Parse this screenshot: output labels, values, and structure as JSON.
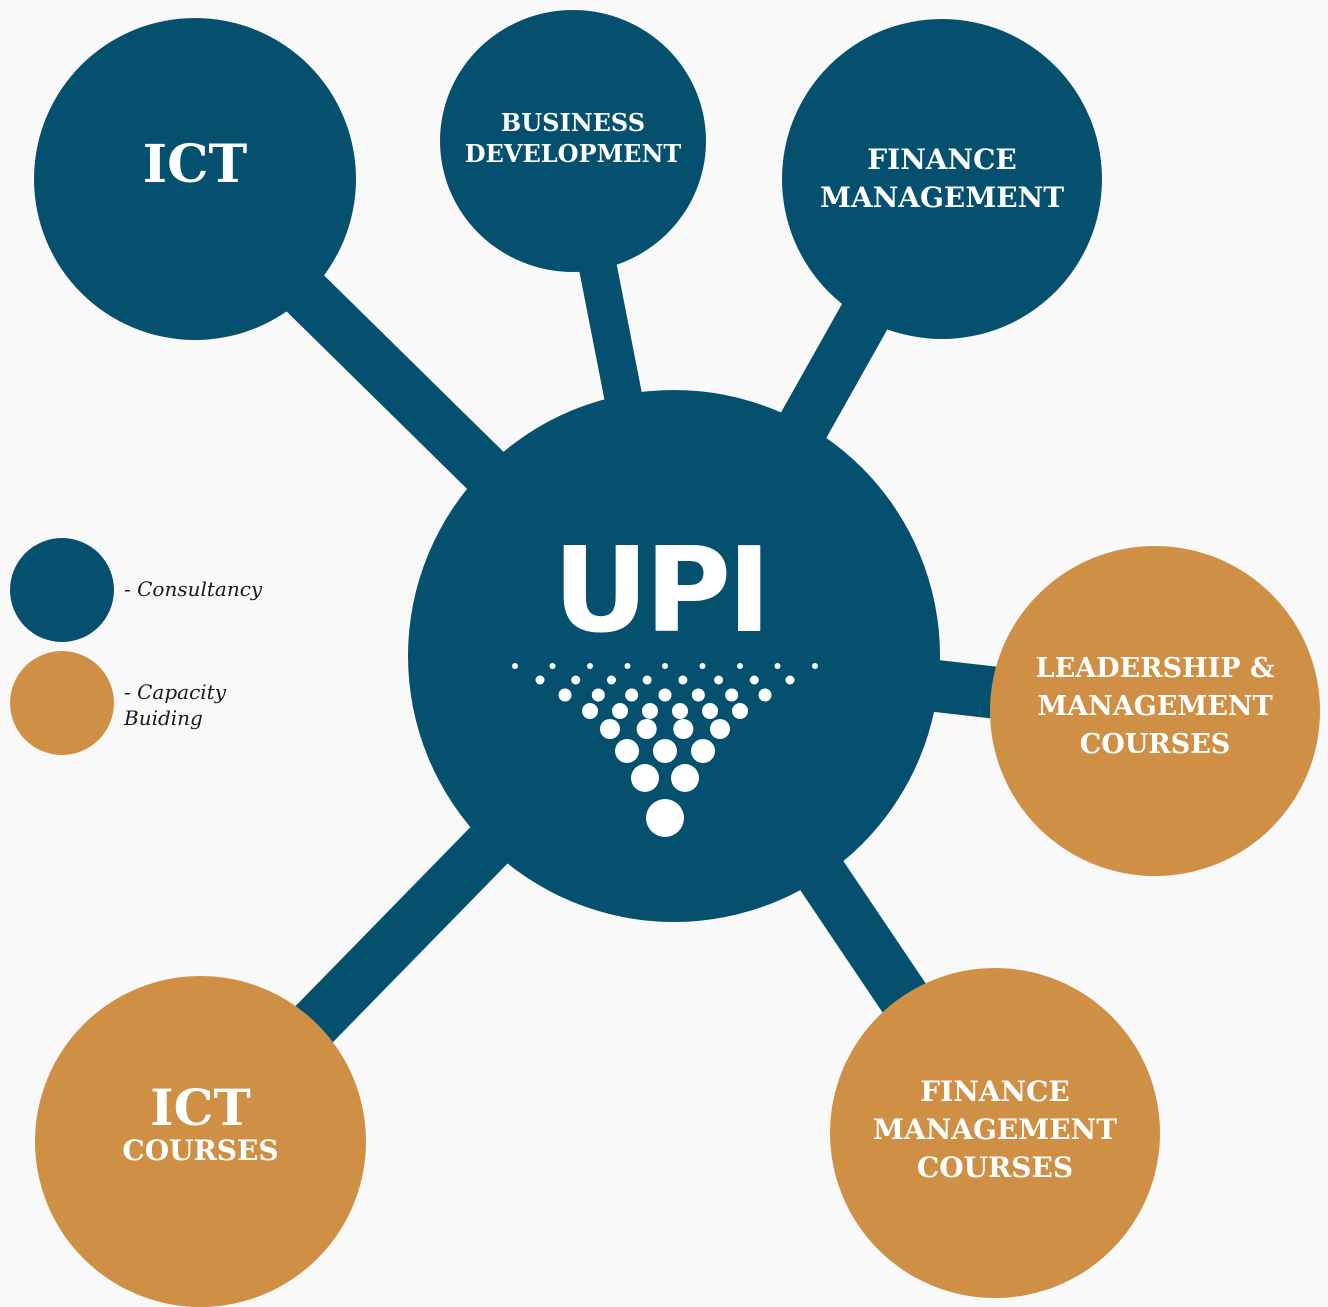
{
  "hub": {
    "title": "UPI",
    "color": "#05506f"
  },
  "colors": {
    "consultancy": "#05506f",
    "capacity_building": "#cf9045",
    "background": "#f9f9f9",
    "text_on_node": "#ffffff"
  },
  "nodes": {
    "ict": {
      "line1": "ICT",
      "category": "consultancy"
    },
    "business_development": {
      "line1": "BUSINESS",
      "line2": "DEVELOPMENT",
      "category": "consultancy"
    },
    "finance_management": {
      "line1": "FINANCE",
      "line2": "MANAGEMENT",
      "category": "consultancy"
    },
    "leadership_courses": {
      "line1": "LEADERSHIP &",
      "line2": "MANAGEMENT",
      "line3": "COURSES",
      "category": "capacity_building"
    },
    "ict_courses": {
      "line1": "ICT",
      "line2": "COURSES",
      "category": "capacity_building"
    },
    "finance_courses": {
      "line1": "FINANCE",
      "line2": "MANAGEMENT",
      "line3": "COURSES",
      "category": "capacity_building"
    }
  },
  "legend": {
    "consultancy_label": "- Consultancy",
    "capacity_label_line1": "- Capacity",
    "capacity_label_line2": "Buiding"
  }
}
